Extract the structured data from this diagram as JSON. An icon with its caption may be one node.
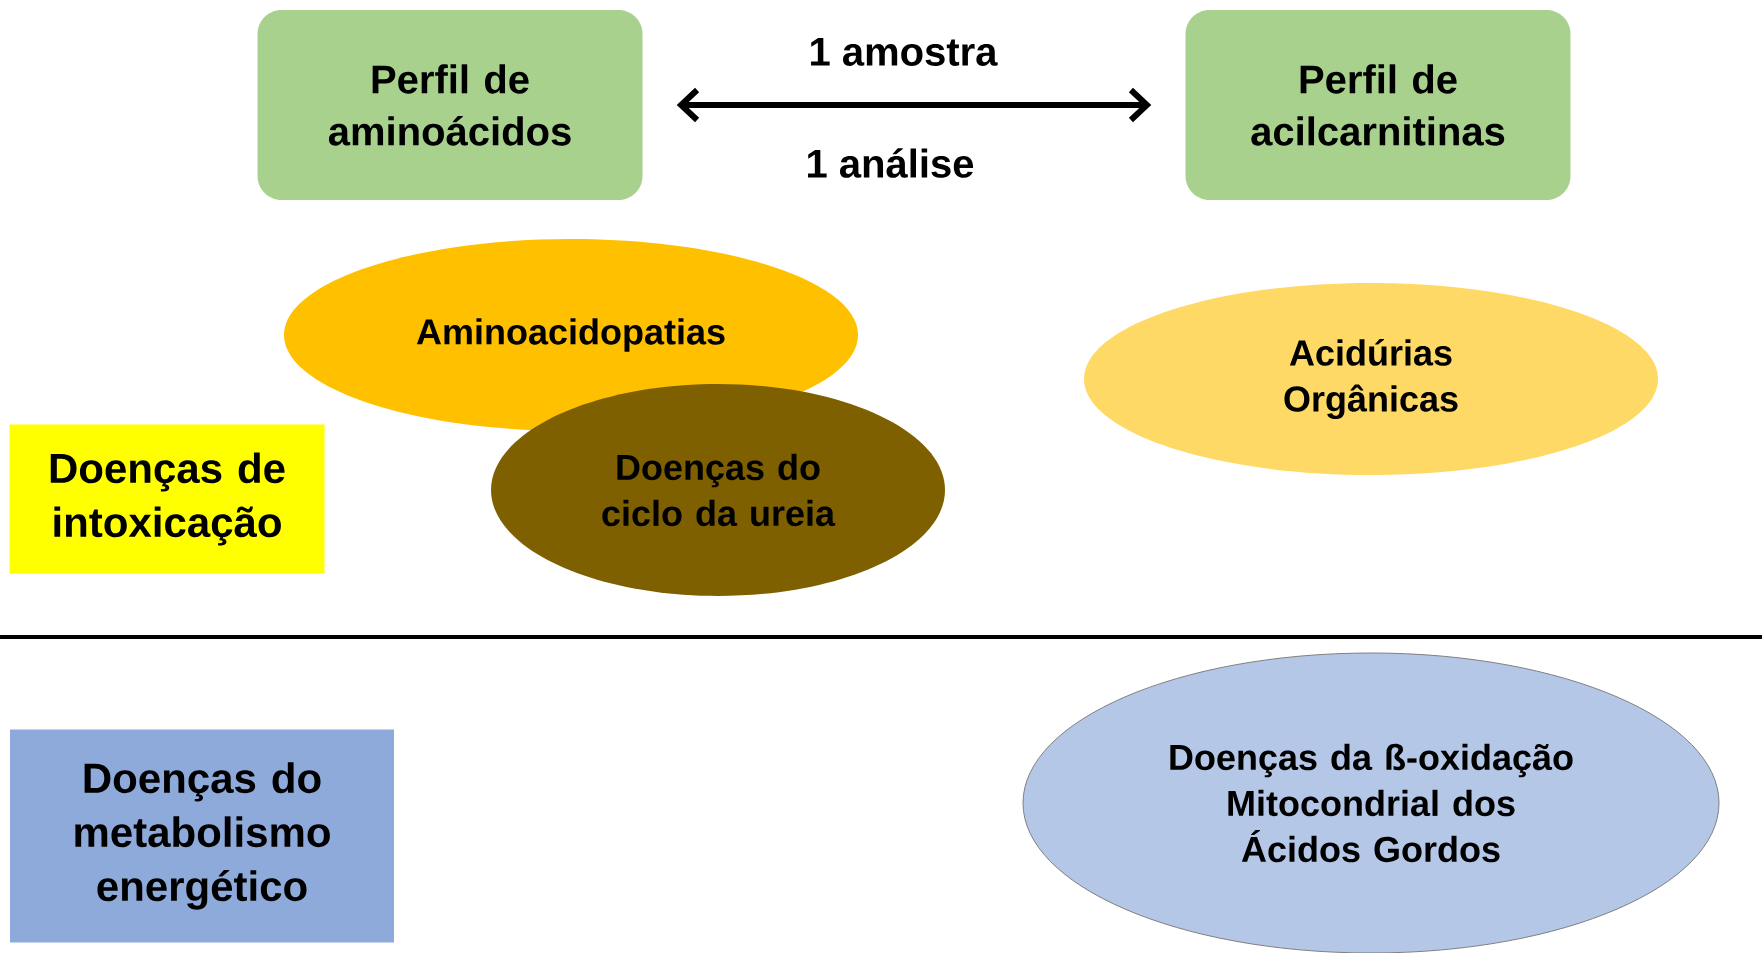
{
  "diagram": {
    "nodes": [
      {
        "text": [
          "Perfil de aminoácidos"
        ]
      },
      {
        "text": [
          "Perfil de acilcarnitinas"
        ]
      },
      {
        "text": [
          "Aminoacidopatias"
        ]
      },
      {
        "text": [
          "Doenças do ciclo da ureia"
        ]
      },
      {
        "text": [
          "Acidúrias Orgânicas"
        ]
      },
      {
        "text": [
          "Doenças de intoxicação"
        ]
      },
      {
        "text": [
          "Doenças do metabolismo energético"
        ]
      },
      {
        "text": [
          "Doenças da ß-oxidação Mitocondrial dos Ácidos Gordos"
        ]
      }
    ],
    "edges": [
      {
        "from": 0,
        "to": 1,
        "arrow": "both",
        "label": "1 amostra"
      }
    ],
    "labels": [
      "1 análise"
    ]
  }
}
